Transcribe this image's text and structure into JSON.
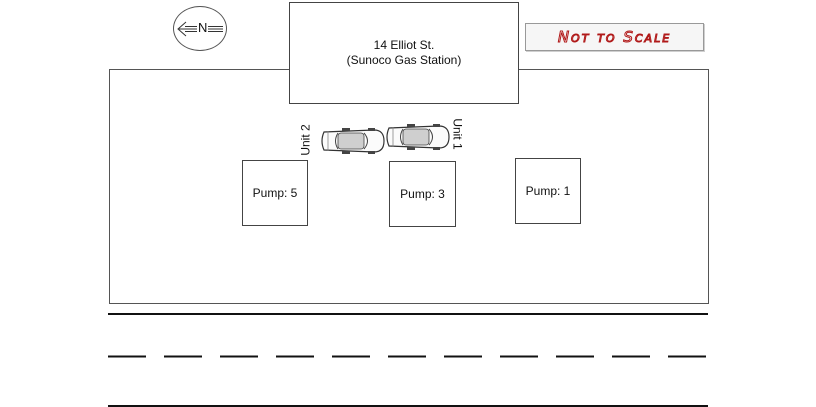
{
  "compass": {
    "label": "N",
    "icon": "north-arrow-icon"
  },
  "scale_note": {
    "text": "Not to Scale",
    "color": "#b01818"
  },
  "building": {
    "address": "14 Elliot St.",
    "name": "(Sunoco Gas Station)"
  },
  "units": [
    {
      "label": "Unit 2",
      "icon": "car-icon"
    },
    {
      "label": "Unit 1",
      "icon": "car-icon"
    }
  ],
  "pumps": [
    {
      "label": "Pump: 5"
    },
    {
      "label": "Pump: 3"
    },
    {
      "label": "Pump: 1"
    }
  ]
}
